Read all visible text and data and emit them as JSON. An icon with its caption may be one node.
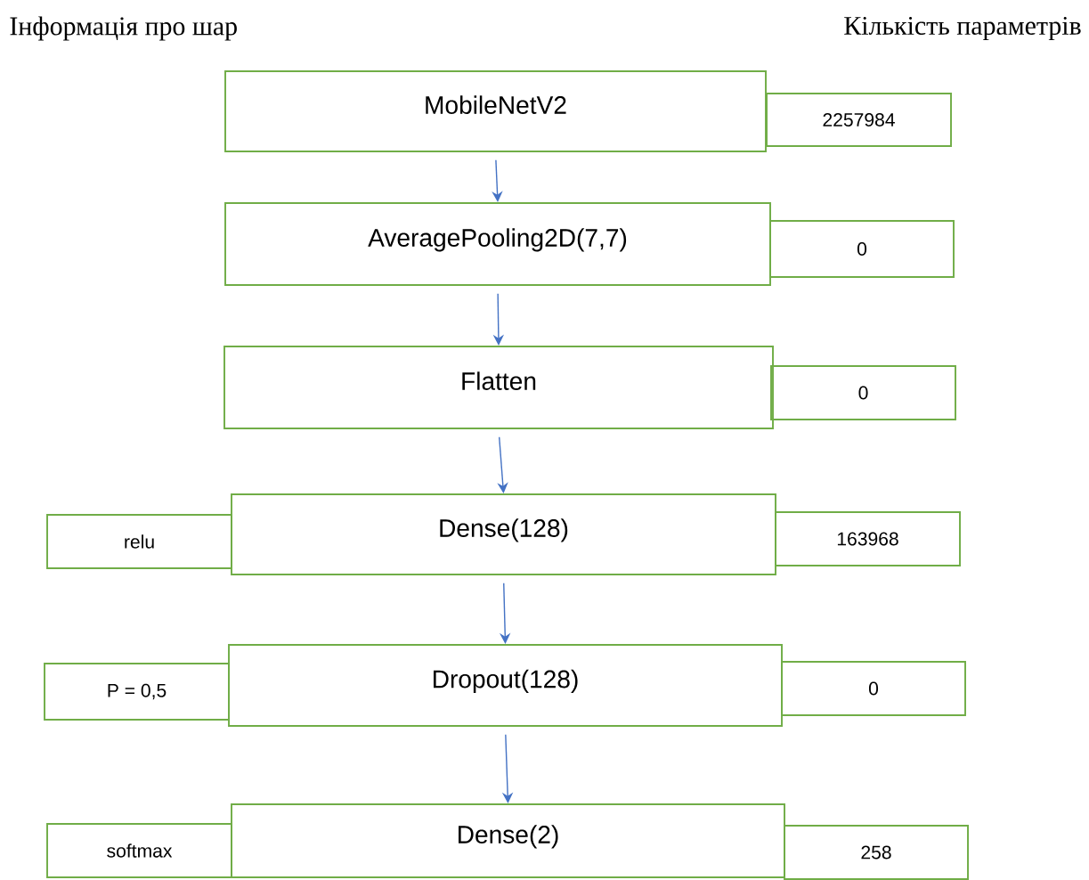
{
  "diagram": {
    "nodes": [
      {
        "text": [
          "MobileNetV2"
        ]
      },
      {
        "text": [
          "2257984"
        ]
      },
      {
        "text": [
          "AveragePooling2D(7,7)"
        ]
      },
      {
        "text": [
          "0"
        ]
      },
      {
        "text": [
          "Flatten"
        ]
      },
      {
        "text": [
          "0"
        ]
      },
      {
        "text": [
          "relu"
        ]
      },
      {
        "text": [
          "Dense(128)"
        ]
      },
      {
        "text": [
          "163968"
        ]
      },
      {
        "text": [
          "P = 0,5"
        ]
      },
      {
        "text": [
          "Dropout(128)"
        ]
      },
      {
        "text": [
          "0"
        ]
      },
      {
        "text": [
          "softmax"
        ]
      },
      {
        "text": [
          "Dense(2)"
        ]
      },
      {
        "text": [
          "258"
        ]
      }
    ],
    "edges": [
      {
        "from": 0,
        "to": 2,
        "arrow": "to"
      },
      {
        "from": 2,
        "to": 4,
        "arrow": "to"
      },
      {
        "from": 4,
        "to": 7,
        "arrow": "to"
      },
      {
        "from": 7,
        "to": 10,
        "arrow": "to"
      },
      {
        "from": 10,
        "to": 13,
        "arrow": "to"
      }
    ],
    "labels": [
      "Інформація про шар",
      "Кількість параметрів"
    ]
  }
}
